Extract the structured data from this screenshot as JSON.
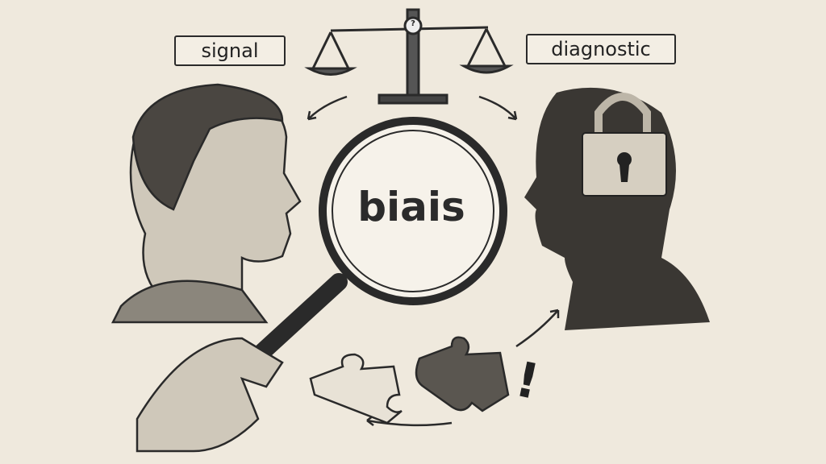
{
  "labels": {
    "left": "signal",
    "right": "diagnostic",
    "lens": "biais",
    "scale_mark": "?",
    "exclamation": "!"
  },
  "colors": {
    "paper": "#efe9dd",
    "ink": "#2a2a2a",
    "shadow_head": "#3a3733"
  }
}
